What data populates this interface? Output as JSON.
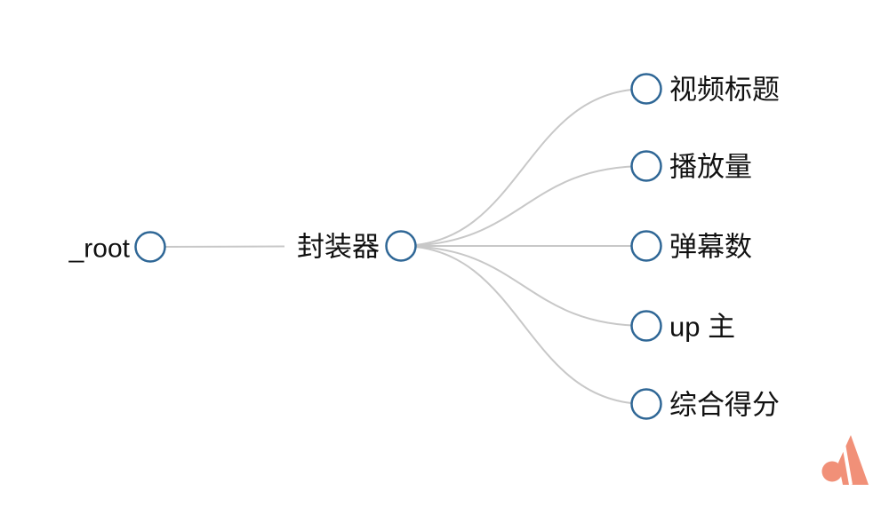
{
  "diagram": {
    "type": "tree",
    "root": {
      "label": "_root"
    },
    "wrapper": {
      "label": "封装器"
    },
    "children": [
      {
        "label": "视频标题"
      },
      {
        "label": "播放量"
      },
      {
        "label": "弹幕数"
      },
      {
        "label": "up 主"
      },
      {
        "label": "综合得分"
      }
    ]
  },
  "colors": {
    "background": "#FFFFFF",
    "node_stroke": "#2F6796",
    "node_fill": "#FFFFFF",
    "edge": "#C8C8C8",
    "text": "#111111",
    "watermark": "#F19078"
  },
  "icons": {
    "watermark": "a-logo-icon"
  }
}
